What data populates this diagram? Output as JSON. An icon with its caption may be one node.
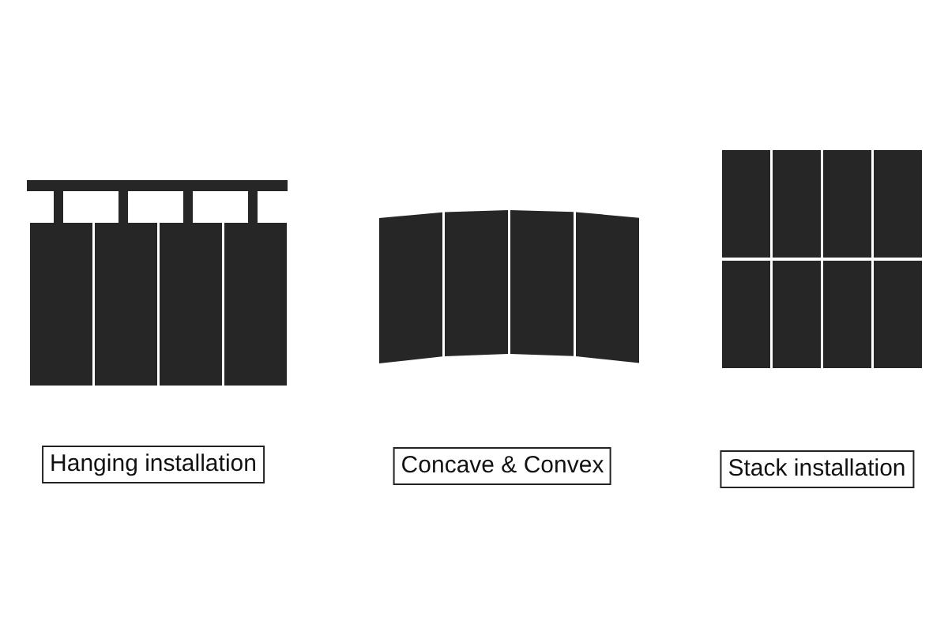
{
  "diagram": {
    "nodes": [
      {
        "text": [
          "Hanging installation"
        ]
      },
      {
        "text": [
          "Concave & Convex"
        ]
      },
      {
        "text": [
          "Stack installation"
        ]
      }
    ]
  }
}
